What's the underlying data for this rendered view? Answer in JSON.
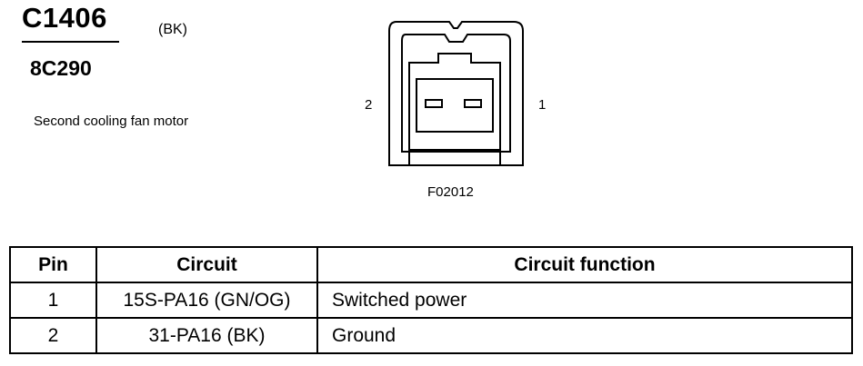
{
  "connector": {
    "id": "C1406",
    "color": "(BK)",
    "part_number": "8C290",
    "description": "Second cooling fan motor",
    "figure_code": "F02012",
    "pin_left": "2",
    "pin_right": "1"
  },
  "table": {
    "headers": [
      "Pin",
      "Circuit",
      "Circuit function"
    ],
    "rows": [
      {
        "pin": "1",
        "circuit": "15S-PA16 (GN/OG)",
        "function": "Switched power"
      },
      {
        "pin": "2",
        "circuit": "31-PA16 (BK)",
        "function": "Ground"
      }
    ]
  }
}
